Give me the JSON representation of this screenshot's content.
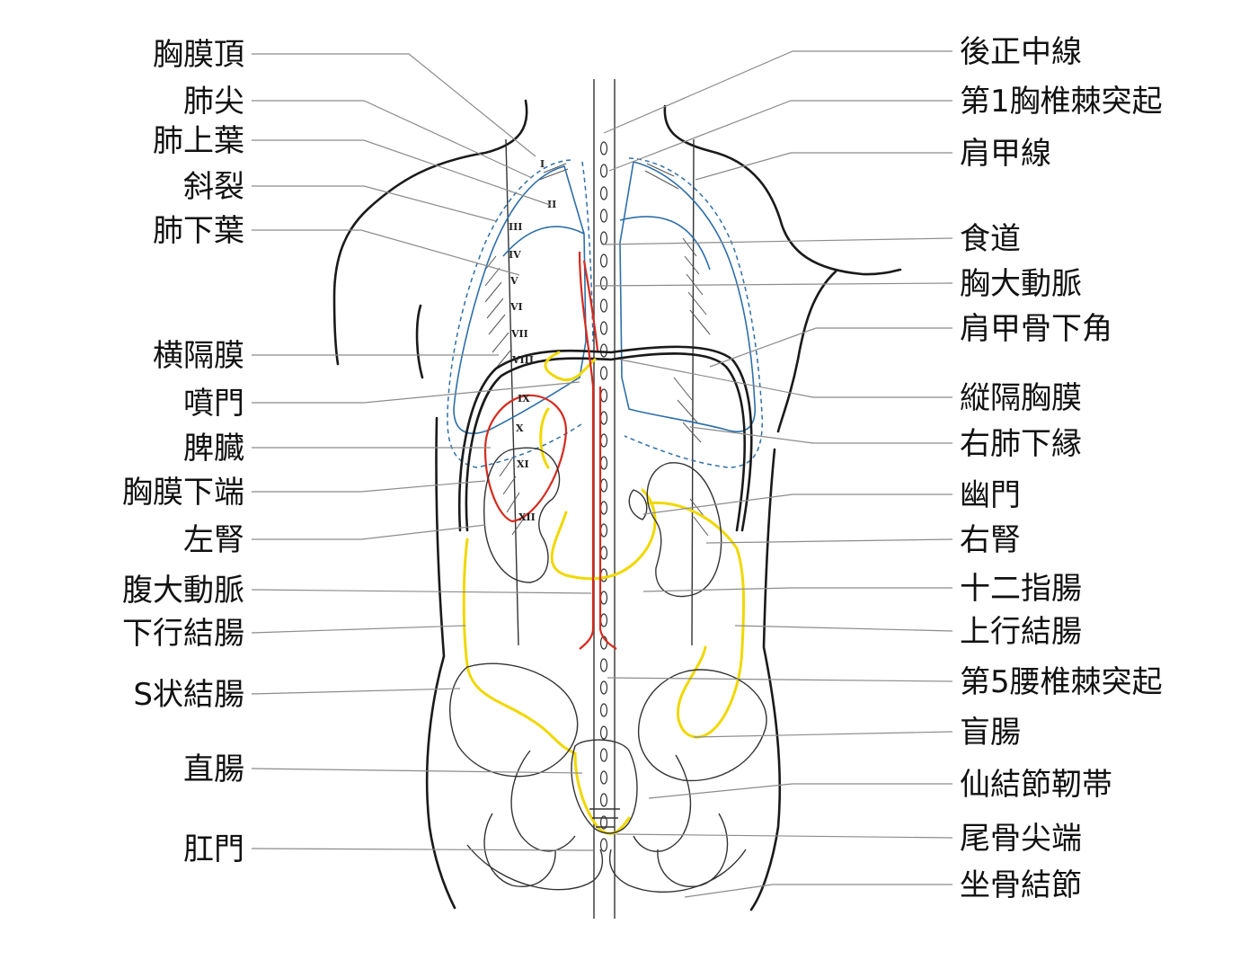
{
  "colors": {
    "label": "#111111",
    "leader": "#8c8c8c",
    "outline": "#1a1a1a",
    "lung": "#2e6fa8",
    "intestine": "#f0d800",
    "artery": "#d42a1e"
  },
  "labels_left": [
    "胸膜頂",
    "肺尖",
    "肺上葉",
    "斜裂",
    "肺下葉",
    "横隔膜",
    "噴門",
    "脾臓",
    "胸膜下端",
    "左腎",
    "腹大動脈",
    "下行結腸",
    "S状結腸",
    "直腸",
    "肛門"
  ],
  "labels_right": [
    "後正中線",
    "第1胸椎棘突起",
    "肩甲線",
    "食道",
    "胸大動脈",
    "肩甲骨下角",
    "縦隔胸膜",
    "右肺下縁",
    "幽門",
    "右腎",
    "十二指腸",
    "上行結腸",
    "第5腰椎棘突起",
    "盲腸",
    "仙結節靭帯",
    "尾骨尖端",
    "坐骨結節"
  ],
  "vertebrae": [
    "I",
    "II",
    "III",
    "IV",
    "V",
    "VI",
    "VII",
    "VIII",
    "IX",
    "X",
    "XI",
    "XII"
  ]
}
